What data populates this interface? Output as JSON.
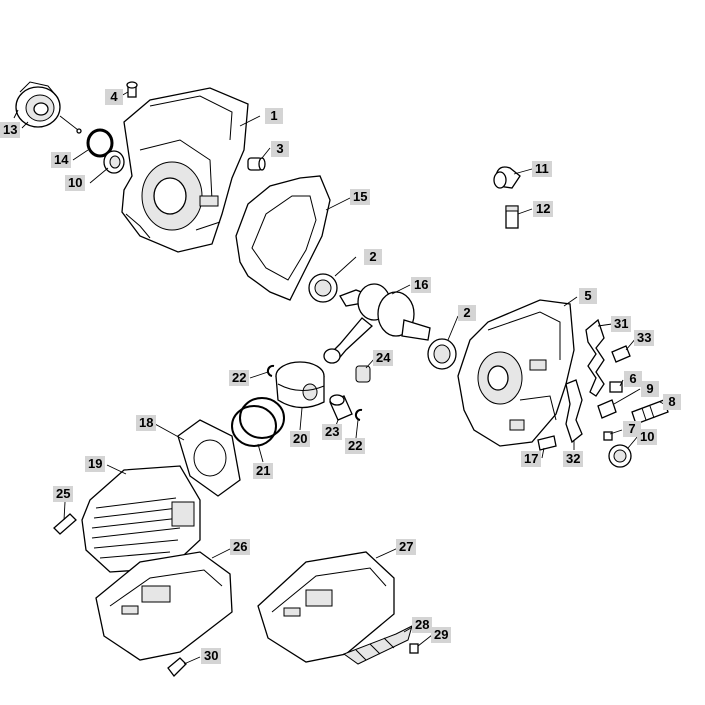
{
  "callouts": [
    {
      "id": "c1",
      "label": "1"
    },
    {
      "id": "c2a",
      "label": "2"
    },
    {
      "id": "c2b",
      "label": "2"
    },
    {
      "id": "c3",
      "label": "3"
    },
    {
      "id": "c4",
      "label": "4"
    },
    {
      "id": "c5",
      "label": "5"
    },
    {
      "id": "c6",
      "label": "6"
    },
    {
      "id": "c7",
      "label": "7"
    },
    {
      "id": "c8",
      "label": "8"
    },
    {
      "id": "c9",
      "label": "9"
    },
    {
      "id": "c10a",
      "label": "10"
    },
    {
      "id": "c10b",
      "label": "10"
    },
    {
      "id": "c11",
      "label": "11"
    },
    {
      "id": "c12",
      "label": "12"
    },
    {
      "id": "c13",
      "label": "13"
    },
    {
      "id": "c14",
      "label": "14"
    },
    {
      "id": "c15",
      "label": "15"
    },
    {
      "id": "c16",
      "label": "16"
    },
    {
      "id": "c17",
      "label": "17"
    },
    {
      "id": "c18",
      "label": "18"
    },
    {
      "id": "c19",
      "label": "19"
    },
    {
      "id": "c20",
      "label": "20"
    },
    {
      "id": "c21",
      "label": "21"
    },
    {
      "id": "c22a",
      "label": "22"
    },
    {
      "id": "c22b",
      "label": "22"
    },
    {
      "id": "c23",
      "label": "23"
    },
    {
      "id": "c24",
      "label": "24"
    },
    {
      "id": "c25",
      "label": "25"
    },
    {
      "id": "c26",
      "label": "26"
    },
    {
      "id": "c27",
      "label": "27"
    },
    {
      "id": "c28",
      "label": "28"
    },
    {
      "id": "c29",
      "label": "29"
    },
    {
      "id": "c30",
      "label": "30"
    },
    {
      "id": "c31",
      "label": "31"
    },
    {
      "id": "c32",
      "label": "32"
    },
    {
      "id": "c33",
      "label": "33"
    }
  ]
}
